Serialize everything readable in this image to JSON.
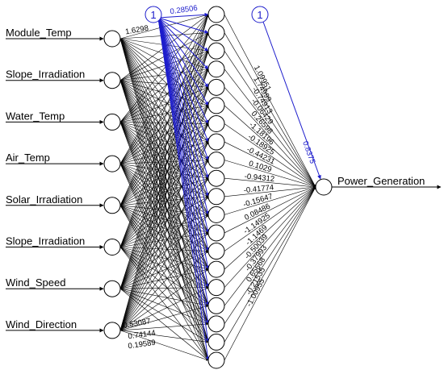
{
  "network": {
    "input_labels": [
      "Module_Temp",
      "Slope_Irradiation",
      "Water_Temp",
      "Air_Temp",
      "Solar_Irradiation",
      "Slope_Irradiation",
      "Wind_Speed",
      "Wind_Direction"
    ],
    "output_label": "Power_Generation",
    "bias_label": "1",
    "hidden_count": 20,
    "output_weights": [
      "1.09951",
      "1.74999",
      "-0.74913",
      "-0.06429",
      "0.26598",
      "-1.18196",
      "-0.18925",
      "-0.44231",
      "0.1029",
      "-0.94312",
      "-0.41774",
      "-0.15647",
      "0.08486",
      "-1.14925",
      "-1.1469",
      "-0.50039",
      "-0.37993",
      "0.65668",
      "-0.21535",
      "-1.00955"
    ],
    "output_bias_weight": "0.8375",
    "input_weights_visible": [
      "1.6298",
      "0.74144",
      "0.19589",
      "0.53087"
    ],
    "hidden_bias_weight_visible": "0.28506",
    "colors": {
      "edge": "#000000",
      "bias": "#1d1dcc"
    }
  }
}
